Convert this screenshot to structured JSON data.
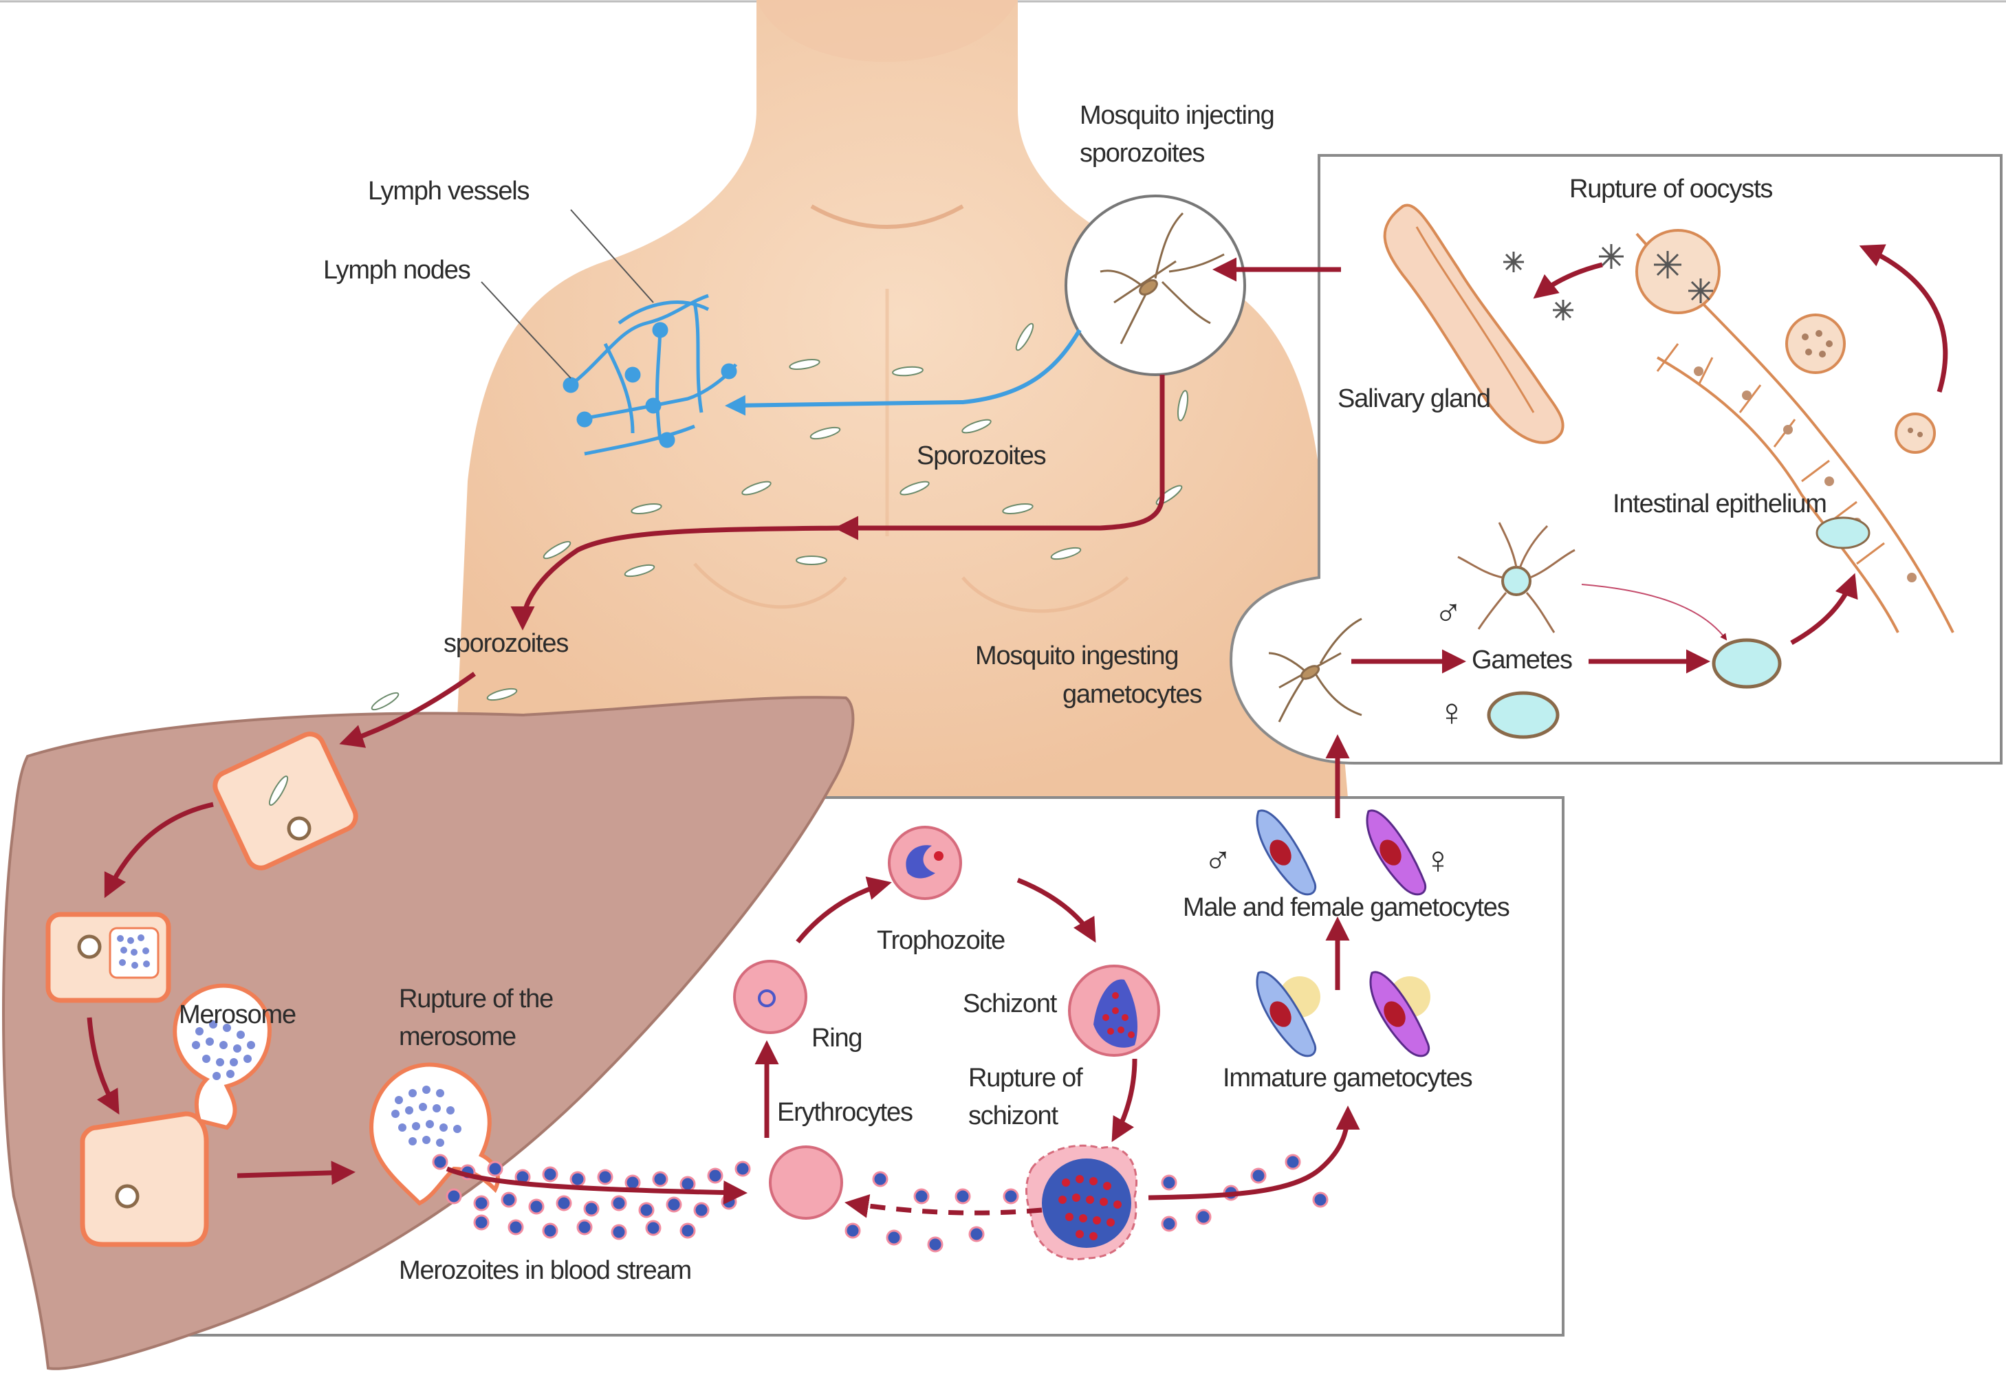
{
  "colors": {
    "skin": "#f6d2b4",
    "skin_shadow": "#ecb894",
    "liver": "#c79e92",
    "liver_edge": "#a97c70",
    "arrow_red": "#9b1b30",
    "lymph_blue": "#3f9ee0",
    "cell_pink": "#f4a7b2",
    "merozoite_blue": "#3b59b8",
    "hepatocyte_fill": "#fbe0cc",
    "hepatocyte_edge": "#f07e55",
    "frame": "#8a8a8a",
    "gamete_fill": "#bfeff0",
    "epithelium_edge": "#d88a55"
  },
  "labels": {
    "mosquito_injecting": [
      "Mosquito injecting",
      "sporozoites"
    ],
    "lymph_vessels": "Lymph vessels",
    "lymph_nodes": "Lymph nodes",
    "rupture_oocysts": "Rupture of oocysts",
    "salivary_gland": "Salivary gland",
    "intestinal_epithelium": "Intestinal epithelium",
    "sporozoites_upper": "Sporozoites",
    "sporozoites_lower": "sporozoites",
    "mosquito_ingesting": [
      "Mosquito ingesting",
      "gametocytes"
    ],
    "gametes": "Gametes",
    "male_symbol": "♂",
    "female_symbol": "♀",
    "merosome": "Merosome",
    "rupture_merosome": [
      "Rupture of the",
      "merosome"
    ],
    "trophozoite": "Trophozoite",
    "ring": "Ring",
    "schizont": "Schizont",
    "erythrocytes": "Erythrocytes",
    "rupture_schizont": [
      "Rupture of",
      "schizont"
    ],
    "male_female_gametocytes": "Male and female gametocytes",
    "immature_gametocytes": "Immature gametocytes",
    "merozoites_blood": "Merozoites in blood stream"
  },
  "icons": [
    "mosquito-icon",
    "male-symbol-icon",
    "female-symbol-icon"
  ]
}
